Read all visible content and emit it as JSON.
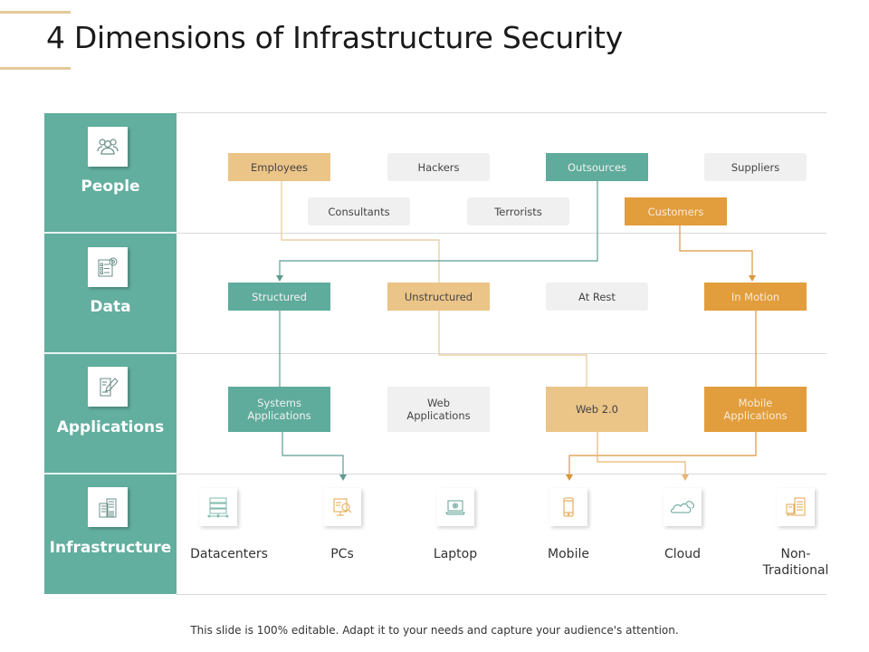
{
  "title": "4 Dimensions of Infrastructure Security",
  "colors": {
    "teal": "#5fab9c",
    "gold": "#e29d3c",
    "light_gold": "#ebc488",
    "gray_box": "#f0f0f0",
    "accent_line": "#e6c99a"
  },
  "rows": [
    {
      "label": "People",
      "icon": "people-group-icon"
    },
    {
      "label": "Data",
      "icon": "data-checklist-gear-icon"
    },
    {
      "label": "Applications",
      "icon": "document-pen-icon"
    },
    {
      "label": "Infrastructure",
      "icon": "buildings-icon"
    }
  ],
  "people": {
    "top": [
      {
        "label": "Employees",
        "style": "light-gold"
      },
      {
        "label": "Hackers",
        "style": "gray"
      },
      {
        "label": "Outsources",
        "style": "teal"
      },
      {
        "label": "Suppliers",
        "style": "gray"
      }
    ],
    "bottom": [
      {
        "label": "Consultants",
        "style": "gray"
      },
      {
        "label": "Terrorists",
        "style": "gray"
      },
      {
        "label": "Customers",
        "style": "gold"
      }
    ]
  },
  "data": [
    {
      "label": "Structured",
      "style": "teal"
    },
    {
      "label": "Unstructured",
      "style": "light-gold"
    },
    {
      "label": "At Rest",
      "style": "gray"
    },
    {
      "label": "In Motion",
      "style": "gold"
    }
  ],
  "applications": [
    {
      "label": "Systems Applications",
      "line1": "Systems",
      "line2": "Applications",
      "style": "teal"
    },
    {
      "label": "Web Applications",
      "line1": "Web",
      "line2": "Applications",
      "style": "gray"
    },
    {
      "label": "Web 2.0",
      "line1": "Web 2.0",
      "line2": "",
      "style": "light-gold"
    },
    {
      "label": "Mobile Applications",
      "line1": "Mobile",
      "line2": "Applications",
      "style": "gold"
    }
  ],
  "infrastructure": [
    {
      "label": "Datacenters",
      "icon": "server-rack-icon"
    },
    {
      "label": "PCs",
      "icon": "pc-search-icon"
    },
    {
      "label": "Laptop",
      "icon": "laptop-gear-icon"
    },
    {
      "label": "Mobile",
      "icon": "smartphone-icon"
    },
    {
      "label": "Cloud",
      "icon": "cloud-icon"
    },
    {
      "label": "Non-Traditional",
      "line1": "Non-",
      "line2": "Traditional",
      "icon": "machine-checklist-icon"
    }
  ],
  "connections": [
    {
      "from": "Employees",
      "to": "Unstructured",
      "color": "light-gold"
    },
    {
      "from": "Outsources",
      "to": "Structured",
      "color": "teal"
    },
    {
      "from": "Customers",
      "to": "In Motion",
      "color": "gold"
    },
    {
      "from": "Structured",
      "to": "Systems Applications",
      "color": "teal"
    },
    {
      "from": "Unstructured",
      "to": "Web 2.0",
      "color": "light-gold"
    },
    {
      "from": "In Motion",
      "to": "Mobile Applications",
      "color": "gold"
    },
    {
      "from": "Systems Applications",
      "to": "PCs",
      "color": "teal"
    },
    {
      "from": "Mobile Applications",
      "to": "Mobile",
      "color": "gold"
    },
    {
      "from": "Web 2.0",
      "to": "Cloud",
      "color": "light-gold"
    }
  ],
  "footer": "This slide is 100% editable. Adapt it to your needs and capture your audience's attention."
}
